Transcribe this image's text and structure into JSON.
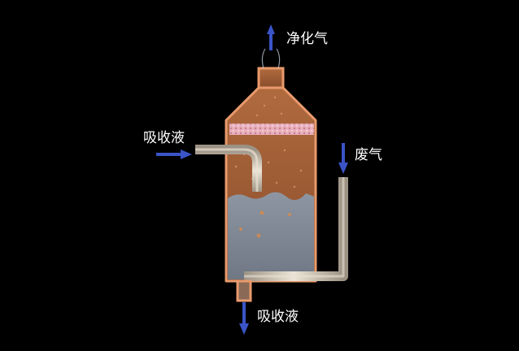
{
  "labels": {
    "purified_gas": "净化气",
    "absorbent_in": "吸收液",
    "waste_gas": "废气",
    "absorbent_out": "吸收液"
  },
  "colors": {
    "background": "#000000",
    "vessel_wall": "#e89a6c",
    "vessel_interior": "#9b5a36",
    "packing_layer": "#e8b4c0",
    "liquid": "#7e8894",
    "pipe": "#cfc6b8",
    "arrow": "#3a54c8",
    "label_text": "#ffffff"
  },
  "icons": {
    "flow_arrow": "down-arrow-icon"
  }
}
